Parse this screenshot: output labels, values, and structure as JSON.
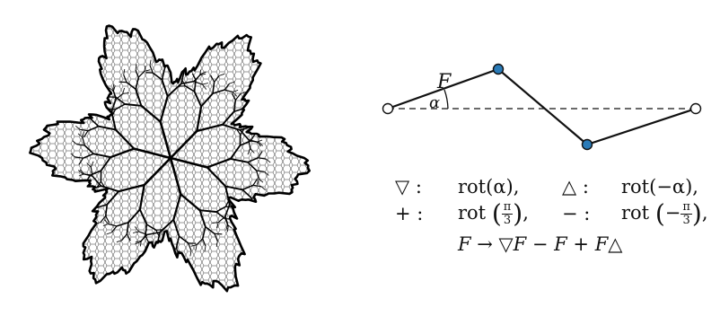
{
  "diagram": {
    "label_F": "F",
    "label_alpha": "α"
  },
  "rules": {
    "down_sym": "▽ :",
    "down_val": "rot(α),",
    "up_sym": "△ :",
    "up_val": "rot(−α),",
    "plus_sym": "+ :",
    "plus_prefix": "rot",
    "plus_num": "π",
    "plus_den": "3",
    "minus_sym": "− :",
    "minus_prefix": "rot",
    "minus_sign": "−",
    "minus_num": "π",
    "minus_den": "3",
    "production": "F → ▽F − F + F△"
  },
  "colors": {
    "node_blue": "#2a7bb8",
    "node_white": "#ffffff",
    "ink": "#111111"
  }
}
